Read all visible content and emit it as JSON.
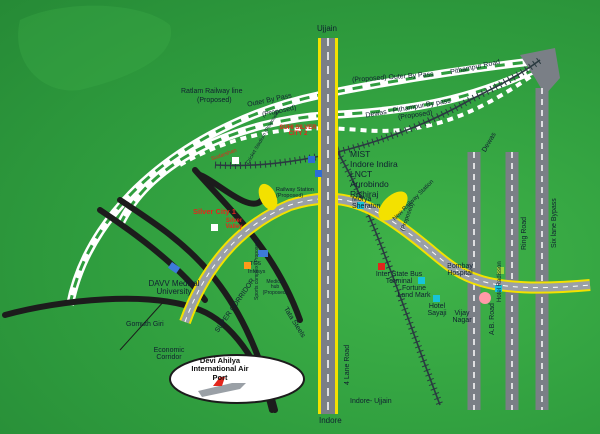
{
  "map": {
    "roads": {
      "ujjain": "Ujjain",
      "indore": "Indore",
      "indore_ujjain": "Indore- Ujjain",
      "four_lane": "4 Lane Road",
      "outer_bypass_top": "(Proposed) Outer By Pass",
      "outer_bypass_left": "Outer By Pass",
      "outer_bypass_left_sub": "(Proposed)",
      "pithampur_road": "Pithampur Road",
      "dewas_bypass": "Dewas - Pithampur By pass",
      "dewas_bypass_sub": "(Proposed)",
      "ratlam_railway": "Ratlam Railway line",
      "ratlam_railway_sub": "(Proposed)",
      "dewas": "Dewas",
      "ab_road": "A.B. Road",
      "ring_road": "Ring Road",
      "six_lane_bypass": "Six lane Bypass",
      "super_corridor": "SUPER CORRIDOR",
      "tata_steels": "Tata Steels",
      "gomuth_giri": "Gomuth Giri",
      "economic_corridor": "Economic Corridor"
    },
    "places": {
      "mist": "MIST",
      "indore_indira": "Indore Indira",
      "lnct": "LNCT",
      "aurobindo": "Aurobindo",
      "rishiraj": "Rishiraj",
      "morya": "Morya Sheraton",
      "railway_station": "Railway Station (Proposed)",
      "new_railway_station": "New Railway Station",
      "new_railway_station_sub": "(Proposed)",
      "inter_state_bus": "Inter State Bus Terminal",
      "bombay_hospital": "Bombay Hospital",
      "fortune": "Fortune Land Mark",
      "hotel_sayaji": "Hotel Sayaji",
      "vijay_nagar": "Vijay Nagar",
      "hotel_radisson": "Hotel Radisson",
      "davv": "DAVV Medical University",
      "tcs": "TCS",
      "infosys": "Infosys",
      "medical_hub": "Medical hub (Proposed)",
      "sports_complex": "Sports complex (Proposed)",
      "cricket_stadium": "Cricket Stadium (Proposed)",
      "airport": "Devi Ahilya International Air Port",
      "suhi_silver": "SUHI SILVER CITY 2",
      "suhi_silver_tag": "Sudarshan",
      "silver_city_1": "Silver City 1",
      "silver_valley": "Silver Valley"
    }
  }
}
